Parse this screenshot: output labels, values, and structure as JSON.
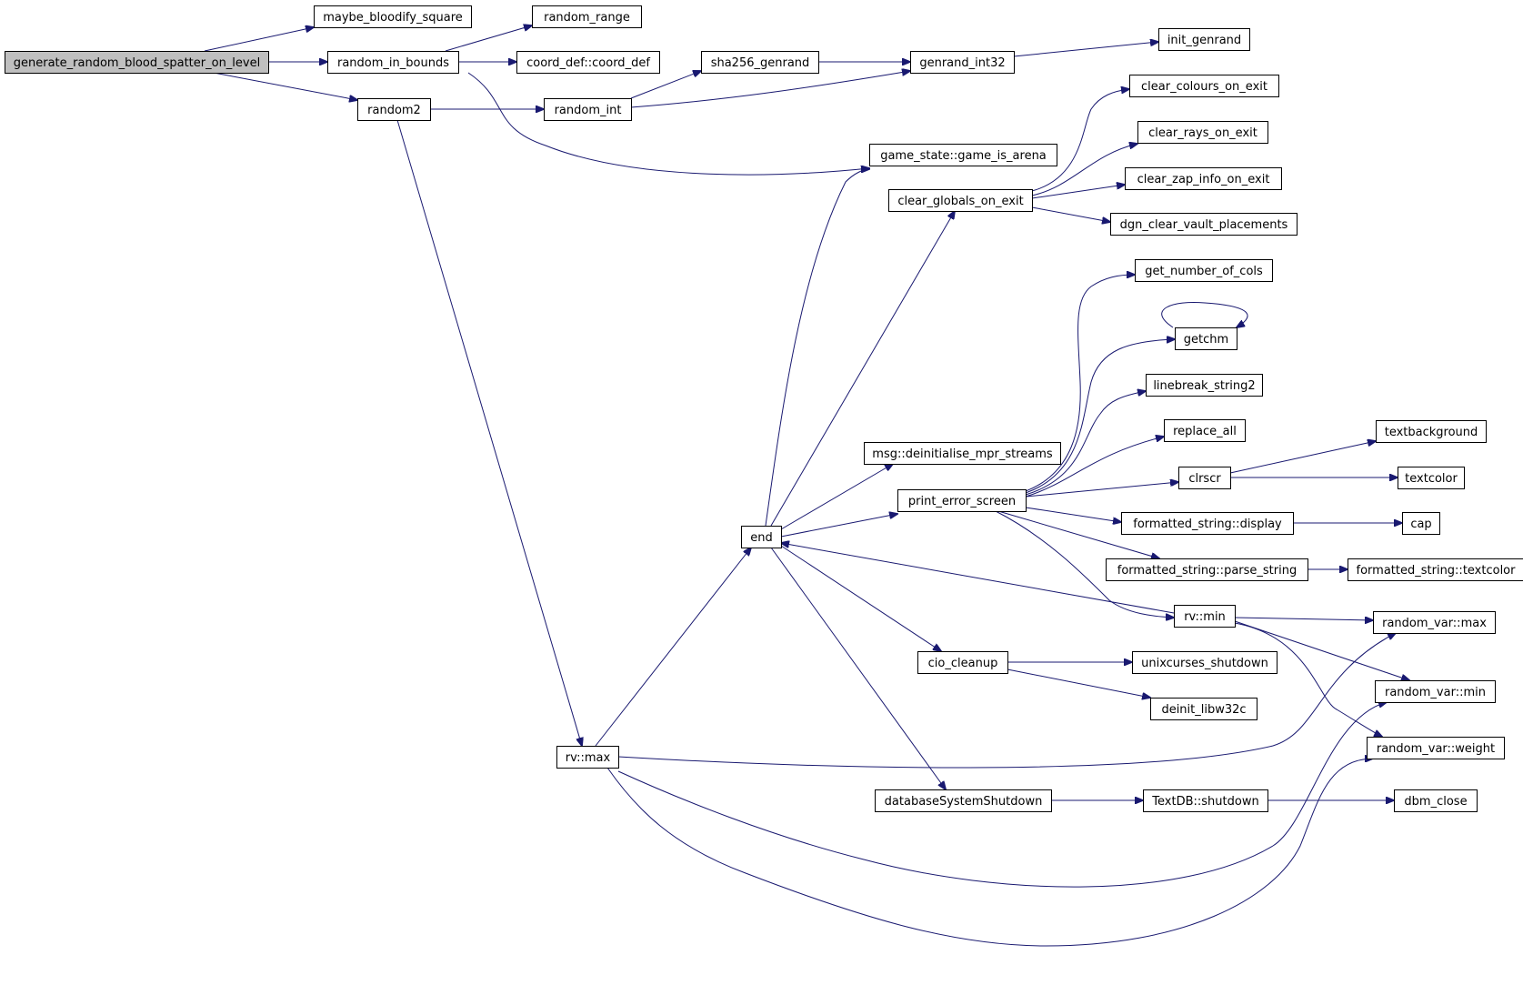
{
  "nodes": [
    {
      "id": "generate_random_blood_spatter_on_level",
      "label": "generate_random_blood_spatter_on_level",
      "root": true
    },
    {
      "id": "maybe_bloodify_square",
      "label": "maybe_bloodify_square"
    },
    {
      "id": "random_in_bounds",
      "label": "random_in_bounds"
    },
    {
      "id": "random2",
      "label": "random2"
    },
    {
      "id": "random_range",
      "label": "random_range"
    },
    {
      "id": "coord_def",
      "label": "coord_def::coord_def"
    },
    {
      "id": "random_int",
      "label": "random_int"
    },
    {
      "id": "sha256_genrand",
      "label": "sha256_genrand"
    },
    {
      "id": "genrand_int32",
      "label": "genrand_int32"
    },
    {
      "id": "init_genrand",
      "label": "init_genrand"
    },
    {
      "id": "game_is_arena",
      "label": "game_state::game_is_arena"
    },
    {
      "id": "clear_globals_on_exit",
      "label": "clear_globals_on_exit"
    },
    {
      "id": "clear_colours_on_exit",
      "label": "clear_colours_on_exit"
    },
    {
      "id": "clear_rays_on_exit",
      "label": "clear_rays_on_exit"
    },
    {
      "id": "clear_zap_info_on_exit",
      "label": "clear_zap_info_on_exit"
    },
    {
      "id": "dgn_clear_vault_placements",
      "label": "dgn_clear_vault_placements"
    },
    {
      "id": "get_number_of_cols",
      "label": "get_number_of_cols"
    },
    {
      "id": "getchm",
      "label": "getchm"
    },
    {
      "id": "linebreak_string2",
      "label": "linebreak_string2"
    },
    {
      "id": "replace_all",
      "label": "replace_all"
    },
    {
      "id": "clrscr",
      "label": "clrscr"
    },
    {
      "id": "textbackground",
      "label": "textbackground"
    },
    {
      "id": "textcolor",
      "label": "textcolor"
    },
    {
      "id": "msg_deinit",
      "label": "msg::deinitialise_mpr_streams"
    },
    {
      "id": "print_error_screen",
      "label": "print_error_screen"
    },
    {
      "id": "fs_display",
      "label": "formatted_string::display"
    },
    {
      "id": "cap",
      "label": "cap"
    },
    {
      "id": "fs_parse_string",
      "label": "formatted_string::parse_string"
    },
    {
      "id": "fs_textcolor",
      "label": "formatted_string::textcolor"
    },
    {
      "id": "end",
      "label": "end"
    },
    {
      "id": "rv_min",
      "label": "rv::min"
    },
    {
      "id": "random_var_max",
      "label": "random_var::max"
    },
    {
      "id": "cio_cleanup",
      "label": "cio_cleanup"
    },
    {
      "id": "unixcurses_shutdown",
      "label": "unixcurses_shutdown"
    },
    {
      "id": "deinit_libw32c",
      "label": "deinit_libw32c"
    },
    {
      "id": "random_var_min",
      "label": "random_var::min"
    },
    {
      "id": "rv_max",
      "label": "rv::max"
    },
    {
      "id": "random_var_weight",
      "label": "random_var::weight"
    },
    {
      "id": "databaseSystemShutdown",
      "label": "databaseSystemShutdown"
    },
    {
      "id": "textdb_shutdown",
      "label": "TextDB::shutdown"
    },
    {
      "id": "dbm_close",
      "label": "dbm_close"
    }
  ],
  "edges": [
    [
      "generate_random_blood_spatter_on_level",
      "maybe_bloodify_square"
    ],
    [
      "generate_random_blood_spatter_on_level",
      "random_in_bounds"
    ],
    [
      "generate_random_blood_spatter_on_level",
      "random2"
    ],
    [
      "random_in_bounds",
      "random_range"
    ],
    [
      "random_in_bounds",
      "coord_def"
    ],
    [
      "random_in_bounds",
      "game_is_arena"
    ],
    [
      "random2",
      "random_int"
    ],
    [
      "random2",
      "rv_max"
    ],
    [
      "random_int",
      "sha256_genrand"
    ],
    [
      "random_int",
      "genrand_int32"
    ],
    [
      "sha256_genrand",
      "genrand_int32"
    ],
    [
      "genrand_int32",
      "init_genrand"
    ],
    [
      "rv_max",
      "end"
    ],
    [
      "rv_max",
      "random_var_max"
    ],
    [
      "rv_max",
      "random_var_min"
    ],
    [
      "rv_max",
      "random_var_weight"
    ],
    [
      "end",
      "game_is_arena"
    ],
    [
      "end",
      "clear_globals_on_exit"
    ],
    [
      "end",
      "msg_deinit"
    ],
    [
      "end",
      "print_error_screen"
    ],
    [
      "end",
      "cio_cleanup"
    ],
    [
      "end",
      "databaseSystemShutdown"
    ],
    [
      "clear_globals_on_exit",
      "clear_colours_on_exit"
    ],
    [
      "clear_globals_on_exit",
      "clear_rays_on_exit"
    ],
    [
      "clear_globals_on_exit",
      "clear_zap_info_on_exit"
    ],
    [
      "clear_globals_on_exit",
      "dgn_clear_vault_placements"
    ],
    [
      "print_error_screen",
      "get_number_of_cols"
    ],
    [
      "print_error_screen",
      "getchm"
    ],
    [
      "print_error_screen",
      "linebreak_string2"
    ],
    [
      "print_error_screen",
      "replace_all"
    ],
    [
      "print_error_screen",
      "clrscr"
    ],
    [
      "print_error_screen",
      "fs_display"
    ],
    [
      "print_error_screen",
      "fs_parse_string"
    ],
    [
      "print_error_screen",
      "rv_min"
    ],
    [
      "getchm",
      "getchm"
    ],
    [
      "clrscr",
      "textbackground"
    ],
    [
      "clrscr",
      "textcolor"
    ],
    [
      "fs_display",
      "cap"
    ],
    [
      "fs_parse_string",
      "fs_textcolor"
    ],
    [
      "rv_min",
      "end"
    ],
    [
      "rv_min",
      "random_var_max"
    ],
    [
      "rv_min",
      "random_var_min"
    ],
    [
      "rv_min",
      "random_var_weight"
    ],
    [
      "cio_cleanup",
      "unixcurses_shutdown"
    ],
    [
      "cio_cleanup",
      "deinit_libw32c"
    ],
    [
      "databaseSystemShutdown",
      "textdb_shutdown"
    ],
    [
      "textdb_shutdown",
      "dbm_close"
    ]
  ]
}
